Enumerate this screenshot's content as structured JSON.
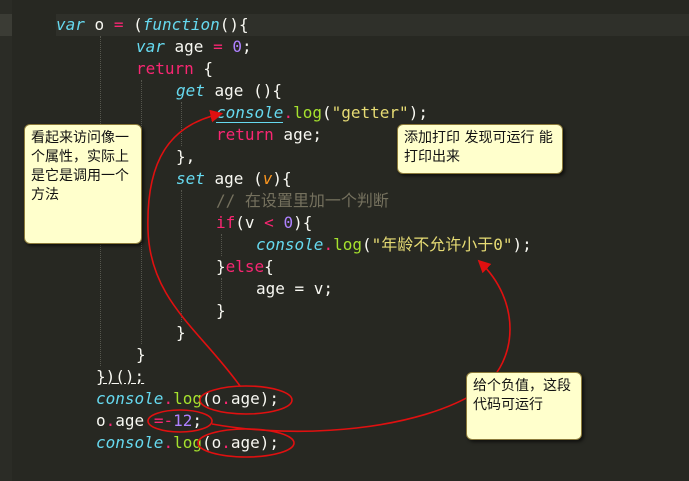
{
  "editor": {
    "lines": {
      "l1": {
        "kw": "var",
        "name": " o ",
        "eq": "=",
        "rest": " (",
        "fnkw": "function",
        "tail": "(){"
      },
      "l2": {
        "kw": "var",
        "name": " age ",
        "eq": "=",
        "num": "0",
        "tail": ";"
      },
      "l3": {
        "kw": "return",
        "tail": " {"
      },
      "l4": {
        "kw": "get",
        "tail": " age (){"
      },
      "l5": {
        "obj": "console",
        "dot": ".",
        "fn": "log",
        "open": "(",
        "str": "\"getter\"",
        "close": ");"
      },
      "l6": {
        "kw": "return",
        "tail": " age;"
      },
      "l7": {
        "text": "},"
      },
      "l8": {
        "kw": "set",
        "mid": " age (",
        "param": "v",
        "tail": "){"
      },
      "l9": {
        "comment": "// 在设置里加一个判断"
      },
      "l10": {
        "kw": "if",
        "open": "(v ",
        "op": "<",
        "sp": " ",
        "num": "0",
        "tail": "){"
      },
      "l11": {
        "obj": "console",
        "dot": ".",
        "fn": "log",
        "open": "(",
        "str": "\"年龄不允许小于0\"",
        "close": ");"
      },
      "l12": {
        "pre": "}",
        "kw": "else",
        "tail": "{"
      },
      "l13": {
        "text": "age = v;"
      },
      "l14": {
        "text": "}"
      },
      "l15": {
        "text": "}"
      },
      "l16": {
        "text": "}"
      },
      "l17": {
        "text": "})();"
      },
      "l18": {
        "obj": "console",
        "dot": ".",
        "fn": "log",
        "open": "(o",
        "dot2": ".",
        "close": "age);"
      },
      "l19": {
        "pre": "o",
        "dot": ".",
        "mid": "age ",
        "eq": "=",
        "op": "-",
        "num": "12",
        "tail": ";"
      },
      "l20": {
        "obj": "console",
        "dot": ".",
        "fn": "log",
        "open": "(o",
        "dot2": ".",
        "close": "age);"
      }
    }
  },
  "notes": {
    "left": "看起来访问像一个属性，实际上是它是调用一个方法",
    "top_right": "添加打印 发现可运行 能打印出来",
    "bottom_right": "给个负值，这段代码可运行"
  },
  "colors": {
    "background": "#272822",
    "annotation_red": "#e01010",
    "note_bg": "#ffffcc"
  }
}
